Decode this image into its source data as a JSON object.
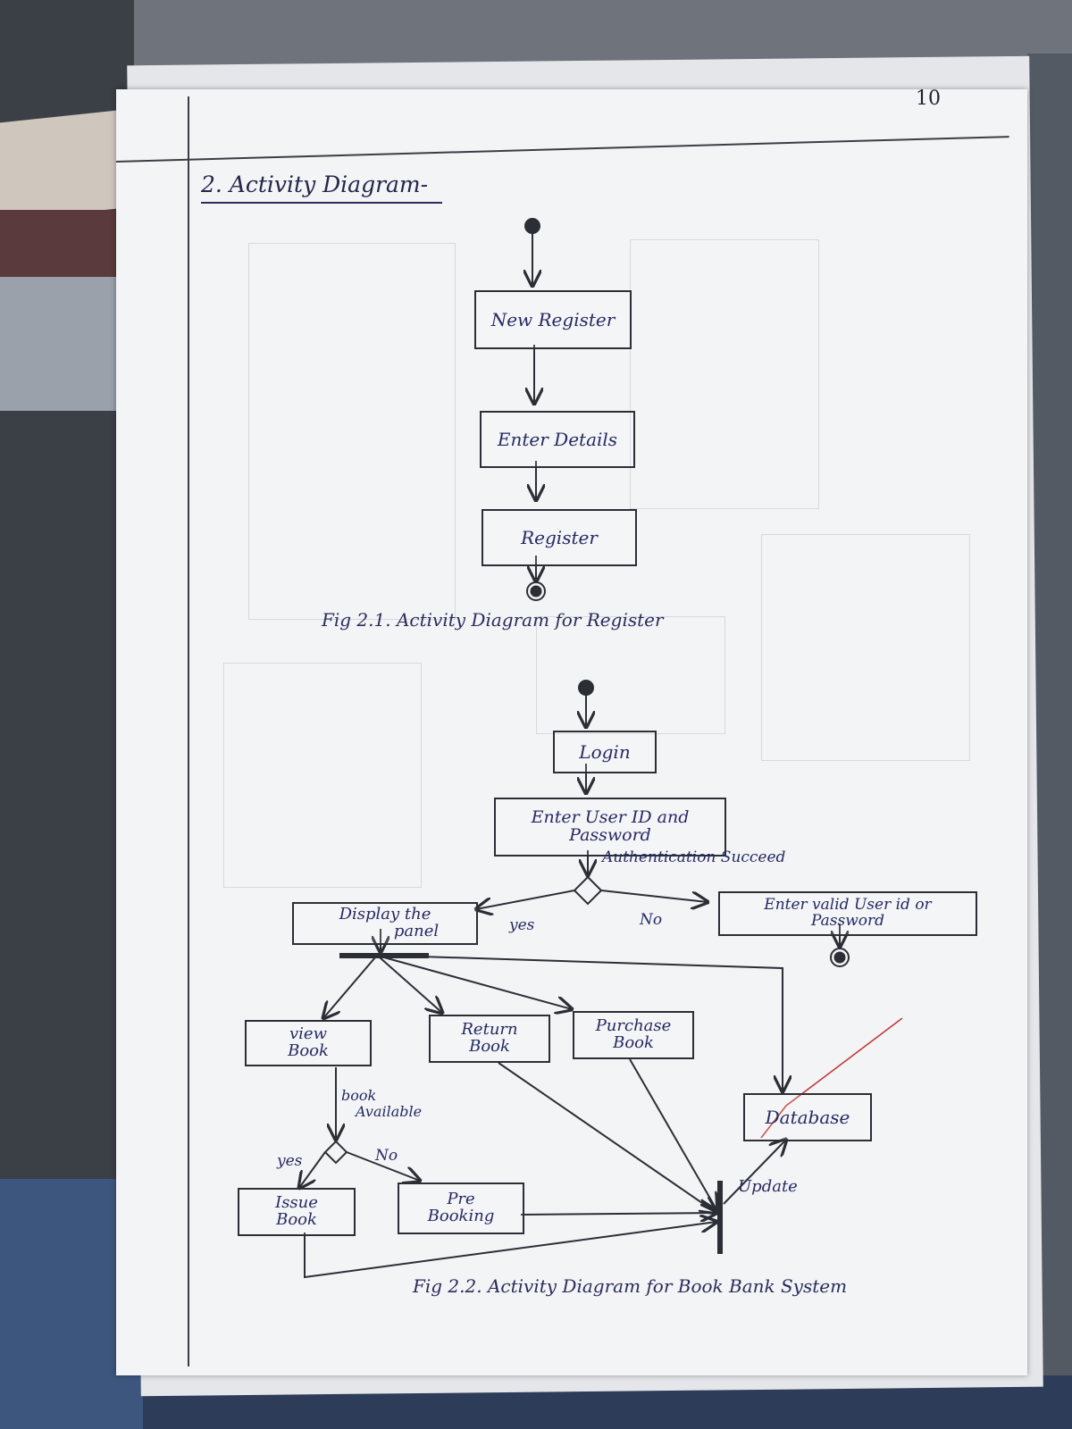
{
  "page": {
    "number": "10",
    "title": "2. Activity Diagram-"
  },
  "fig1": {
    "caption": "Fig 2.1. Activity Diagram for Register",
    "steps": [
      "New Register",
      "Enter Details",
      "Register"
    ]
  },
  "fig2": {
    "caption": "Fig 2.2. Activity Diagram for Book Bank System",
    "login": "Login",
    "enter_credentials_line1": "Enter User ID and",
    "enter_credentials_line2": "Password",
    "auth_label": "Authentication Succeed",
    "yes_label": "yes",
    "no_label": "No",
    "display_panel_line1": "Display the",
    "display_panel_line2": "panel",
    "invalid_line1": "Enter valid User id or",
    "invalid_line2": "Password",
    "view_book_line1": "view",
    "view_book_line2": "Book",
    "return_book_line1": "Return",
    "return_book_line2": "Book",
    "purchase_book_line1": "Purchase",
    "purchase_book_line2": "Book",
    "database": "Database",
    "book_available_line1": "book",
    "book_available_line2": "Available",
    "yes2_label": "yes",
    "no2_label": "No",
    "issue_book_line1": "Issue",
    "issue_book_line2": "Book",
    "pre_booking_line1": "Pre",
    "pre_booking_line2": "Booking",
    "update_label": "Update"
  }
}
